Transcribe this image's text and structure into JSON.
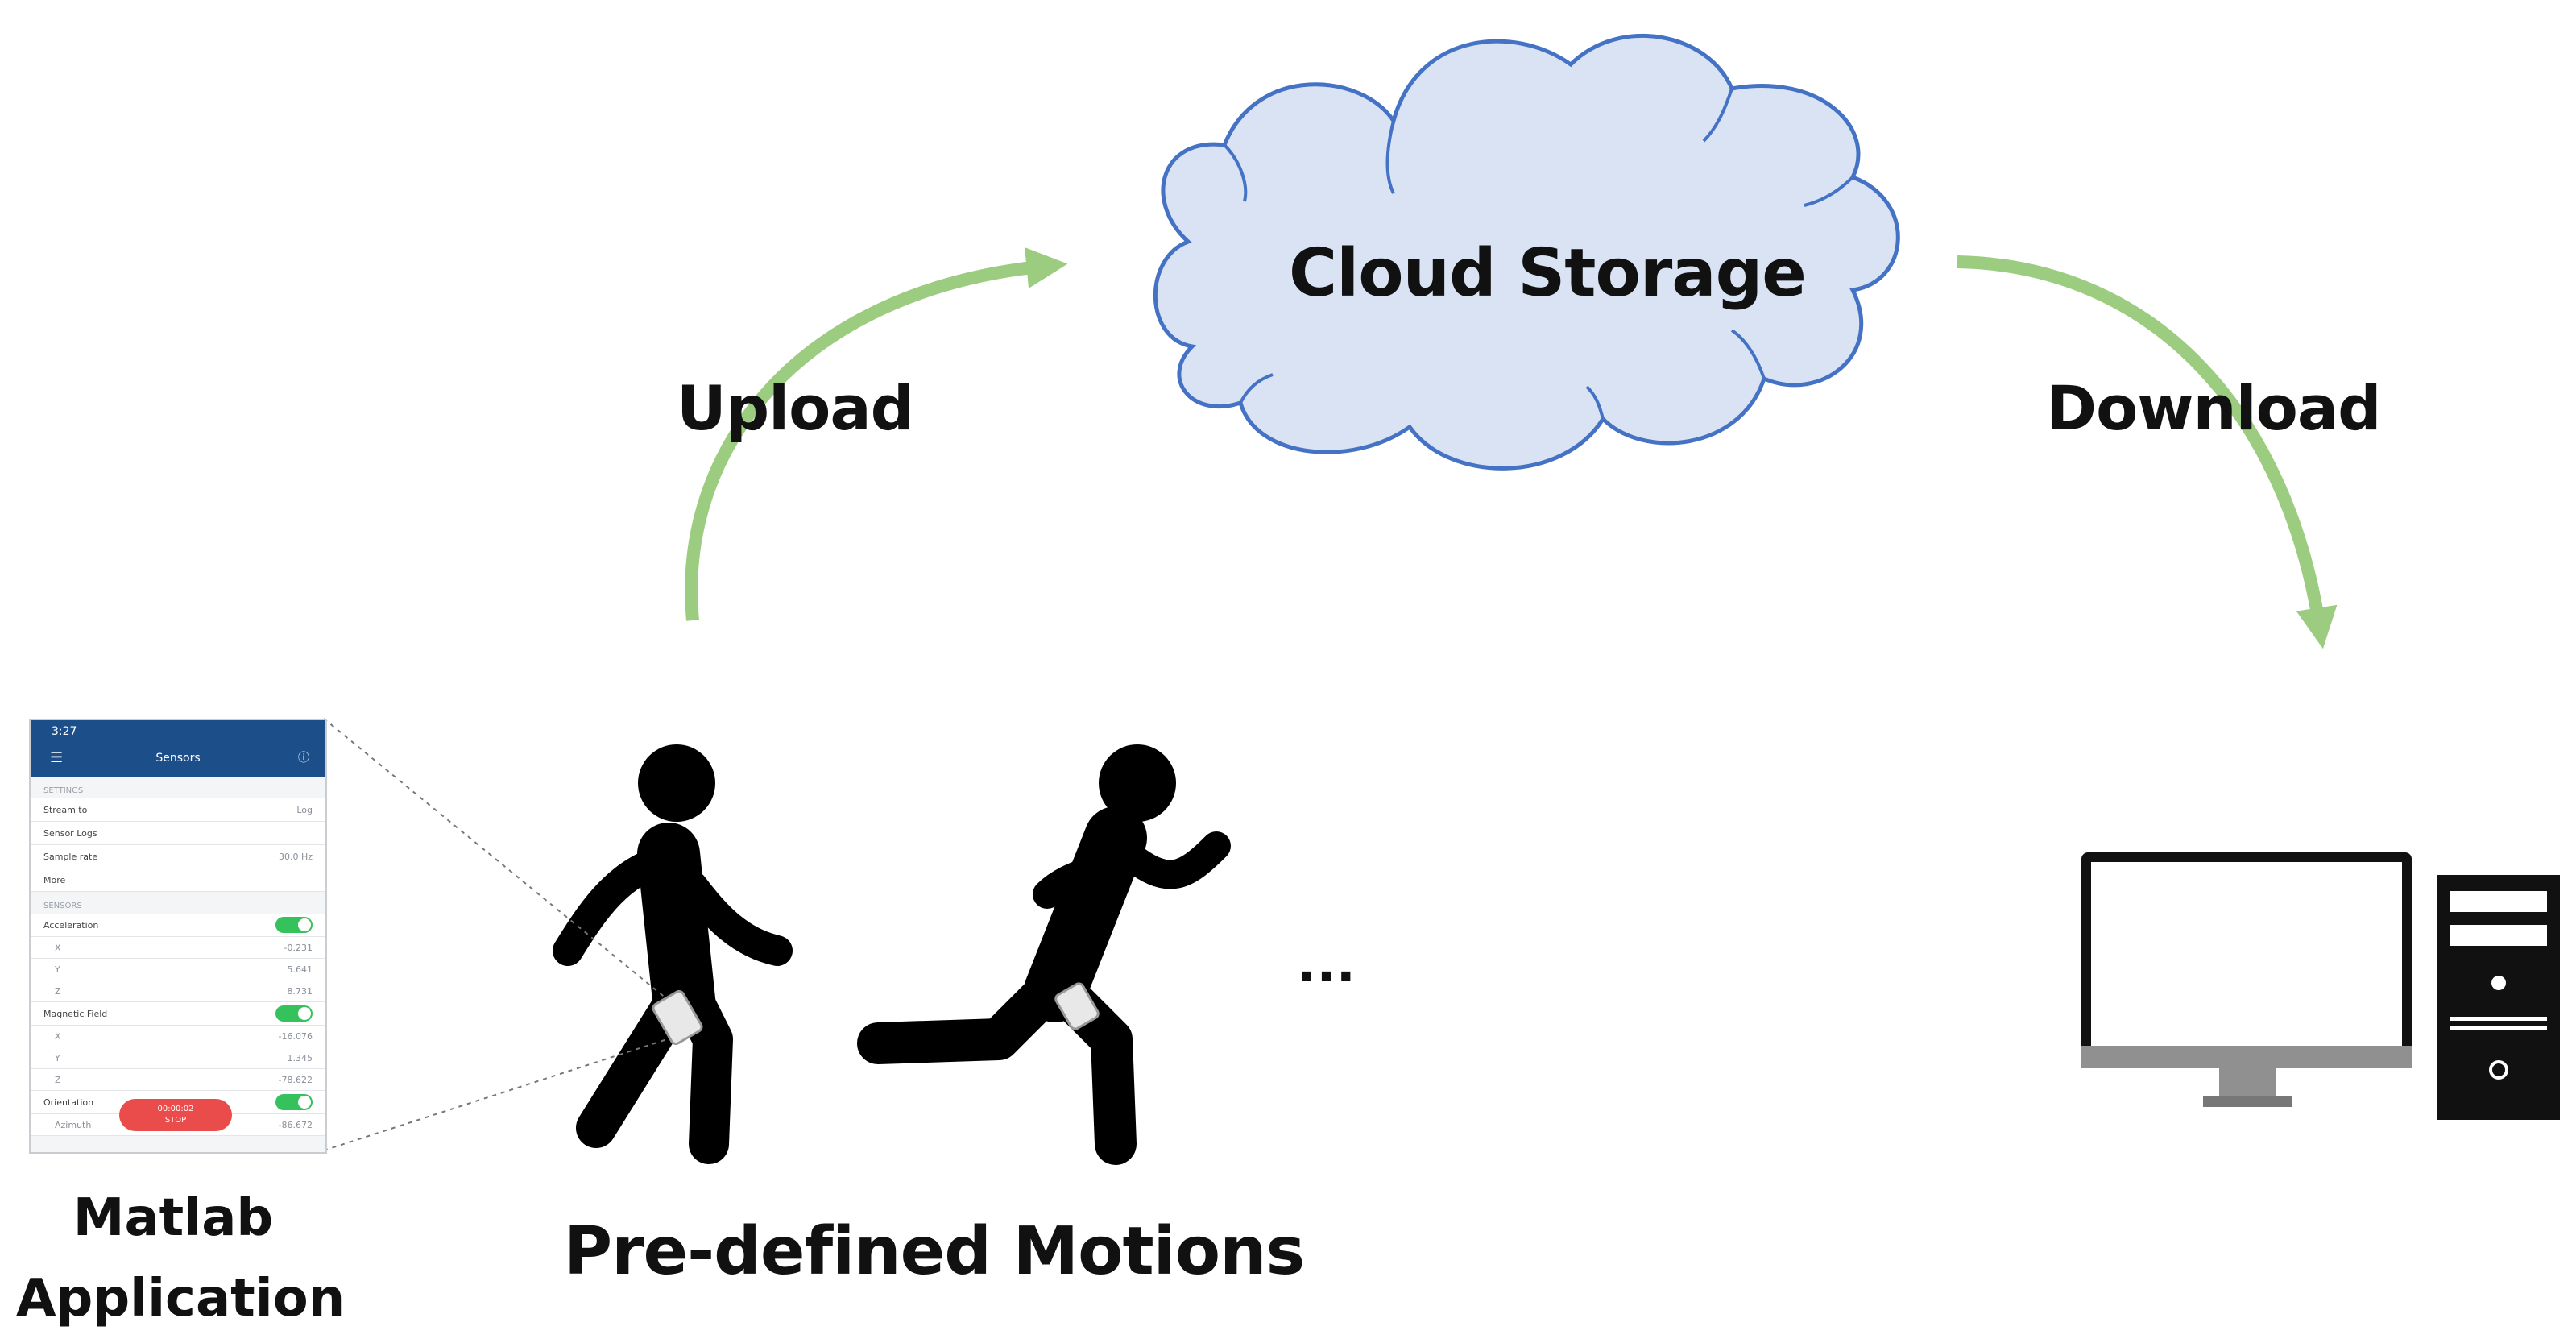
{
  "labels": {
    "cloud": "Cloud Storage",
    "upload": "Upload",
    "download": "Download",
    "motions": "Pre-defined Motions",
    "app_line1": "Matlab",
    "app_line2": "Application",
    "ellipsis": "..."
  },
  "phone": {
    "time": "3:27",
    "title": "Sensors",
    "settings_header": "SETTINGS",
    "settings": [
      {
        "label": "Stream to",
        "value": "Log"
      },
      {
        "label": "Sensor Logs",
        "value": ""
      },
      {
        "label": "Sample rate",
        "value": "30.0 Hz"
      },
      {
        "label": "More",
        "value": ""
      }
    ],
    "sensors_header": "SENSORS",
    "acceleration": {
      "label": "Acceleration",
      "rows": [
        {
          "label": "X",
          "value": "-0.231"
        },
        {
          "label": "Y",
          "value": "5.641"
        },
        {
          "label": "Z",
          "value": "8.731"
        }
      ]
    },
    "magnetic": {
      "label": "Magnetic Field",
      "rows": [
        {
          "label": "X",
          "value": "-16.076"
        },
        {
          "label": "Y",
          "value": "1.345"
        },
        {
          "label": "Z",
          "value": "-78.622"
        }
      ]
    },
    "orientation": {
      "label": "Orientation",
      "rows": [
        {
          "label": "Azimuth",
          "value": "-86.672"
        }
      ]
    },
    "stop_button": {
      "timer": "00:00:02",
      "label": "STOP"
    }
  },
  "colors": {
    "arrow": "#9ccc7f",
    "cloud_fill": "#dae3f3",
    "cloud_stroke": "#4472c4",
    "figure": "#000000",
    "monitor_bezel": "#111111",
    "monitor_stand": "#909090",
    "phone_header": "#1c4f8a"
  }
}
